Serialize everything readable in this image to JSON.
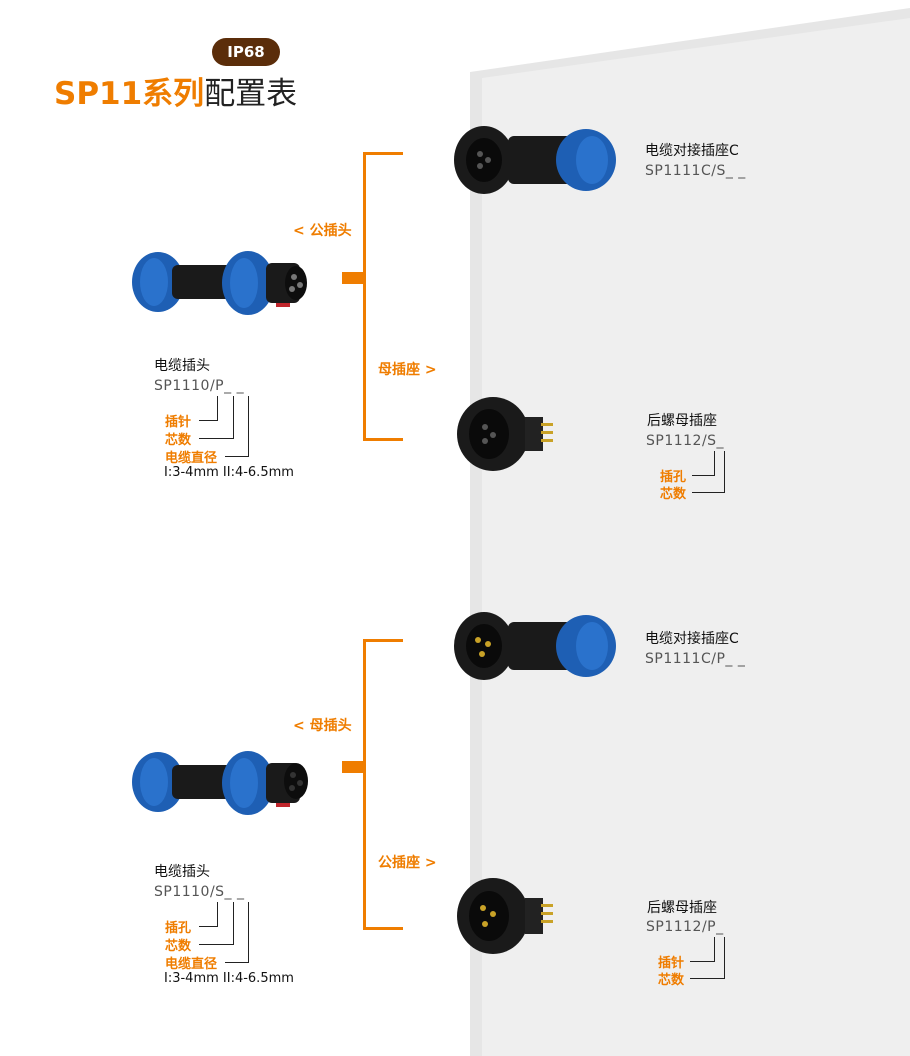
{
  "header": {
    "badge": "IP68",
    "title_series": "SP11系列",
    "title_rest": "配置表"
  },
  "sections": [
    {
      "plug": {
        "name": "电缆插头",
        "code": "SP1110/P_ _",
        "legend": [
          "插针",
          "芯数",
          "电缆直径"
        ],
        "range": "I:3-4mm II:4-6.5mm"
      },
      "top_label": "< 公插头",
      "bottom_label": "母插座 >",
      "top_product": {
        "name": "电缆对接插座C",
        "code": "SP1111C/S_ _"
      },
      "bottom_product": {
        "name": "后螺母插座",
        "code": "SP1112/S_",
        "legend": [
          "插孔",
          "芯数"
        ]
      }
    },
    {
      "plug": {
        "name": "电缆插头",
        "code": "SP1110/S_ _",
        "legend": [
          "插孔",
          "芯数",
          "电缆直径"
        ],
        "range": "I:3-4mm II:4-6.5mm"
      },
      "top_label": "< 母插头",
      "bottom_label": "公插座 >",
      "top_product": {
        "name": "电缆对接插座C",
        "code": "SP1111C/P_ _"
      },
      "bottom_product": {
        "name": "后螺母插座",
        "code": "SP1112/P_",
        "legend": [
          "插针",
          "芯数"
        ]
      }
    }
  ],
  "colors": {
    "accent": "#ef7d00",
    "badge": "#5b2d0a",
    "connector_blue": "#1e5fb4",
    "connector_black": "#1a1a1a",
    "panel": "#ededed"
  }
}
